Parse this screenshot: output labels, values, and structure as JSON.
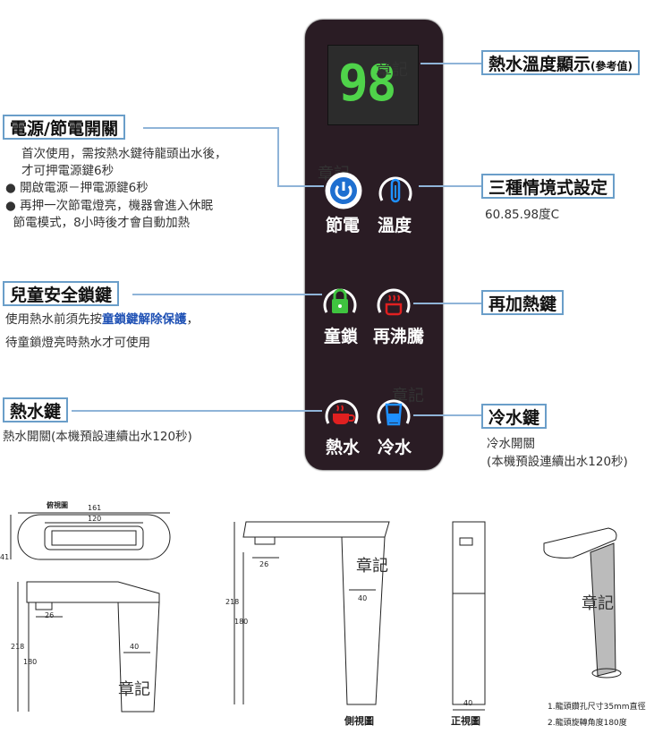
{
  "display": {
    "temperature": "98"
  },
  "watermark": "章記",
  "buttons": [
    {
      "label": "節電",
      "icon": "power-icon",
      "color": "#1e90ff"
    },
    {
      "label": "溫度",
      "icon": "thermometer-icon",
      "color": "#1e90ff"
    },
    {
      "label": "童鎖",
      "icon": "lock-icon",
      "color": "#2fbf2f"
    },
    {
      "label": "再沸騰",
      "icon": "reboil-icon",
      "color": "#e02020"
    },
    {
      "label": "熱水",
      "icon": "hot-cup-icon",
      "color": "#e02020"
    },
    {
      "label": "冷水",
      "icon": "cold-cup-icon",
      "color": "#1e90ff"
    }
  ],
  "callouts": {
    "temp_display": {
      "title": "熱水溫度顯示",
      "suffix": "(參考值)"
    },
    "power": {
      "title": "電源/節電開關",
      "lines": [
        "首次使用，需按熱水鍵待龍頭出水後，",
        "才可押電源鍵6秒",
        "● 開啟電源－押電源鍵6秒",
        "● 再押一次節電燈亮，機器會進入休眠",
        "  節電模式，8小時後才會自動加熱"
      ]
    },
    "scene": {
      "title": "三種情境式設定",
      "desc": "60.85.98度C"
    },
    "child_lock": {
      "title": "兒童安全鎖鍵",
      "line1_prefix": "使用熱水前須先按",
      "line1_highlight": "童鎖鍵解除保護",
      "line1_suffix": "，",
      "line2": "待童鎖燈亮時熱水才可使用"
    },
    "reheat": {
      "title": "再加熱鍵"
    },
    "hot_water": {
      "title": "熱水鍵",
      "desc": "熱水開關(本機預設連續出水120秒)"
    },
    "cold_water": {
      "title": "冷水鍵",
      "desc1": "冷水開關",
      "desc2": "(本機預設連續出水120秒)"
    }
  },
  "drawings": {
    "top_view_title": "俯視圖",
    "dims_top": [
      "161",
      "120",
      "41"
    ],
    "dims_side_left": [
      "26",
      "40",
      "218",
      "180"
    ],
    "dims_side": [
      "26",
      "40",
      "218",
      "180"
    ],
    "side_view_title": "側視圖",
    "front_view_title": "正視圖",
    "front_dim": "40",
    "notes": [
      "1.龍頭鑽孔尺寸35mm直徑",
      "2.龍頭旋轉角度180度"
    ]
  }
}
